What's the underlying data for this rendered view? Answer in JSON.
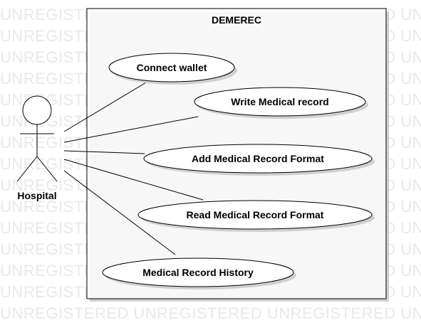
{
  "system": {
    "title": "DEMEREC"
  },
  "actor": {
    "name": "Hospital"
  },
  "use_cases": [
    {
      "label": "Connect wallet"
    },
    {
      "label": "Write Medical record"
    },
    {
      "label": "Add Medical Record Format"
    },
    {
      "label": "Read Medical Record Format"
    },
    {
      "label": "Medical Record History"
    }
  ],
  "watermark": {
    "text": "UNREGISTERED UNREGISTERED UNREGISTERED UNREGISTERED",
    "color": "#e9e9e9"
  },
  "colors": {
    "stroke": "#000000",
    "fill": "#ffffff",
    "shadow": "#d0d0d0"
  }
}
